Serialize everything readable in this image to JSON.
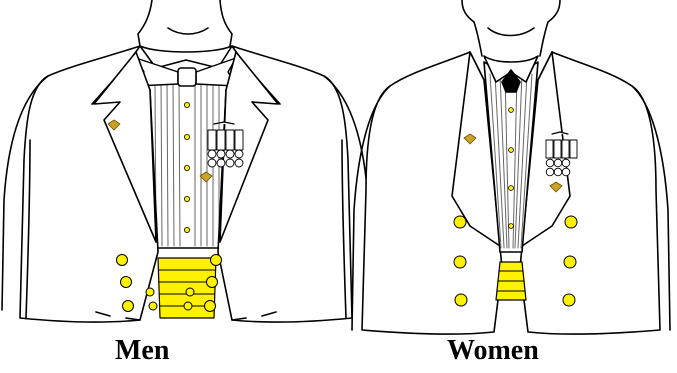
{
  "captions": {
    "men": "Men",
    "women": "Women"
  },
  "colors": {
    "background": "#ffffff",
    "line": "#000000",
    "jacket": "#ffffff",
    "shirt_stripe": "#555555",
    "button_and_cummerbund": "#fff200",
    "accessory": "#c9a227",
    "neck_tie_women": "#000000"
  },
  "illustrations": [
    {
      "label_key": "men",
      "items": [
        "bow-tie",
        "pleated-shirt",
        "lapel-pins",
        "medals",
        "jacket-buttons",
        "cummerbund"
      ],
      "button_count": 10
    },
    {
      "label_key": "women",
      "items": [
        "neck-tie",
        "pleated-shirt",
        "lapel-pins",
        "medals",
        "jacket-buttons",
        "cummerbund"
      ],
      "button_count": 6
    }
  ]
}
